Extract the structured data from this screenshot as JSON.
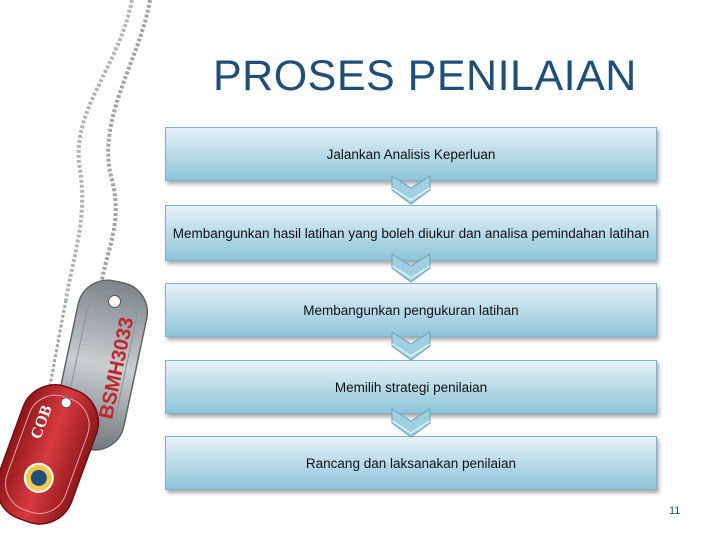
{
  "slide": {
    "title": "PROSES PENILAIAN",
    "page_number": "11"
  },
  "tags": {
    "gray_tag_text": "BSMH3033",
    "red_tag_text": "COB"
  },
  "flow": {
    "steps": [
      {
        "label": "Jalankan Analisis Keperluan"
      },
      {
        "label": "Membangunkan hasil latihan yang boleh diukur dan analisa pemindahan latihan"
      },
      {
        "label": "Membangunkan pengukuran latihan"
      },
      {
        "label": "Memilih strategi penilaian"
      },
      {
        "label": "Rancang dan laksanakan penilaian"
      }
    ]
  },
  "colors": {
    "title": "#1f4e79",
    "box_light": "#e6f2f7",
    "box_dark": "#8ec5da",
    "tag_red": "#c0272d",
    "tag_gray": "#9aa2a8"
  }
}
